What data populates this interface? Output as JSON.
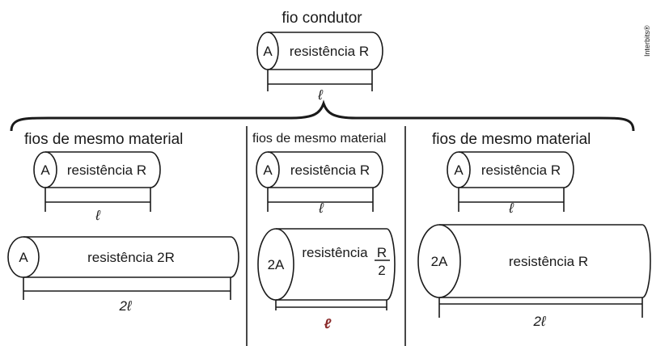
{
  "top": {
    "title": "fio condutor",
    "area": "A",
    "resistance": "resistência R",
    "length": "ℓ"
  },
  "columns": [
    {
      "header": "fios de mesmo material",
      "wire1": {
        "area": "A",
        "resistance": "resistência R",
        "length": "ℓ"
      },
      "wire2": {
        "area": "A",
        "resistance": "resistência 2R",
        "length": "2ℓ"
      }
    },
    {
      "header": "fios de mesmo material",
      "wire1": {
        "area": "A",
        "resistance": "resistência R",
        "length": "ℓ"
      },
      "wire2": {
        "area": "2A",
        "resistance": "resistência",
        "frac_num": "R",
        "frac_den": "2",
        "length": "ℓ"
      }
    },
    {
      "header": "fios de mesmo material",
      "wire1": {
        "area": "A",
        "resistance": "resistência R",
        "length": "ℓ"
      },
      "wire2": {
        "area": "2A",
        "resistance": "resistência R",
        "length": "2ℓ"
      }
    }
  ],
  "credit": "Interbits®",
  "colors": {
    "line": "#1a1a1a",
    "highlight_length": "#8b2c2c"
  }
}
